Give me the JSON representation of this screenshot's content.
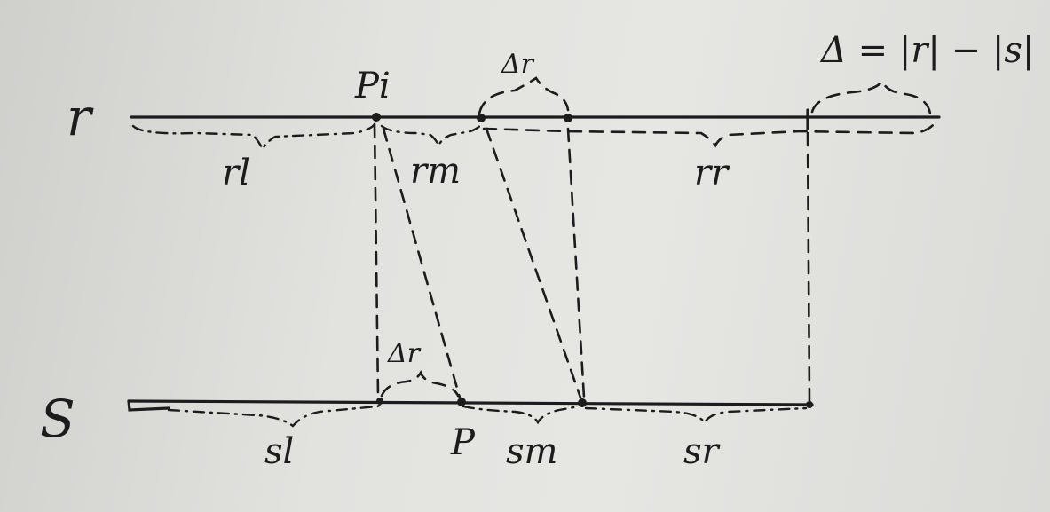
{
  "labels": {
    "top_line": "r",
    "bottom_line": "S",
    "point_top": "Pi",
    "point_bottom": "P",
    "delta_top": "Δr",
    "delta_bottom": "Δr",
    "delta_formula": "Δ = |r| − |s|",
    "r_left": "rl",
    "r_middle": "rm",
    "r_right": "rr",
    "s_left": "sl",
    "s_middle": "sm",
    "s_right": "sr"
  },
  "colors": {
    "ink": "#1c1c1c",
    "paper": "#e2e2df"
  }
}
